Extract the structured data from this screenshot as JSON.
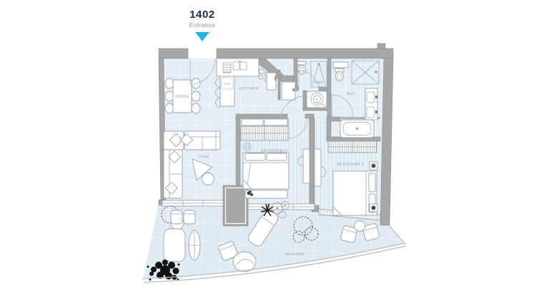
{
  "header": {
    "unit": "1402",
    "entrance": "Entrance"
  },
  "rooms": {
    "dining": "DINING",
    "kitchen": "KITCHEN",
    "dishwasher": "DW",
    "bath_1": "Bath",
    "bath_2": "Bath",
    "living": "Living",
    "bedroom_2": "BEDROOM 2",
    "bedroom_1": "BEDROOM 1",
    "verandah": "Verandah"
  },
  "colors": {
    "accent": "#29b2e4",
    "title": "#1b2a4a",
    "wall": "#a7a7a7",
    "floor": "#e4eef6",
    "label": "#9aa6b0"
  }
}
